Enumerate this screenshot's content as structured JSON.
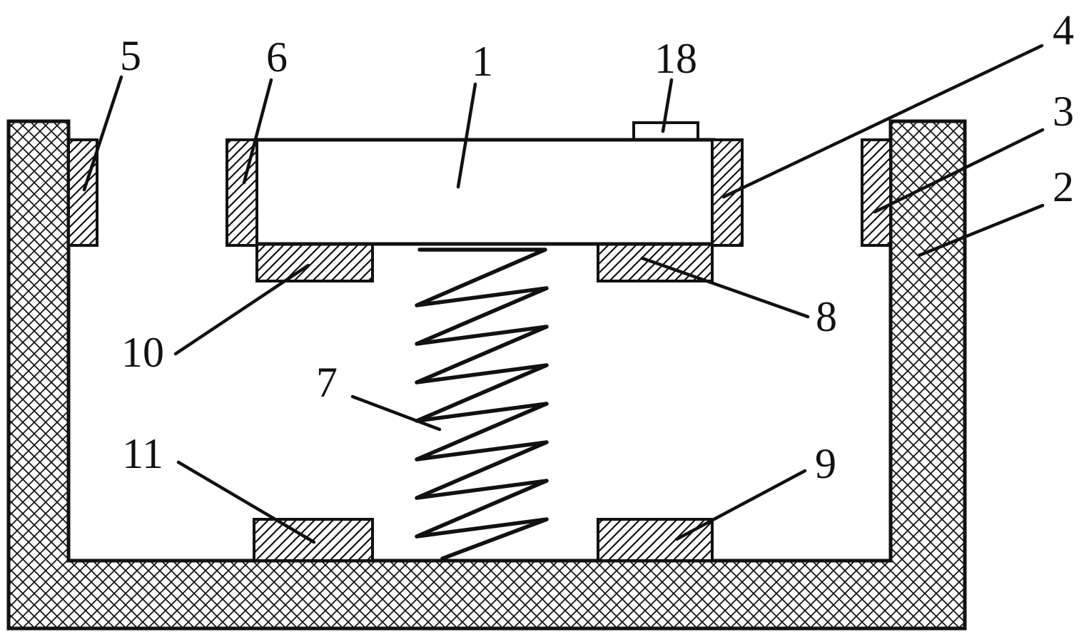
{
  "figure": {
    "type": "patent-mechanical-diagram",
    "description_visible_parts": "spring damper assembly in hatched housing",
    "colors": {
      "line": "#111111",
      "background": "#ffffff"
    },
    "labels": {
      "top_plate": "1",
      "housing": "2",
      "right_wall_pad": "3",
      "plate_right_cap": "4",
      "left_wall_pad": "5",
      "plate_left_cap": "6",
      "spring": "7",
      "upper_right_block": "8",
      "lower_right_block": "9",
      "upper_left_block": "10",
      "lower_left_block": "11",
      "top_sensor": "18"
    }
  }
}
